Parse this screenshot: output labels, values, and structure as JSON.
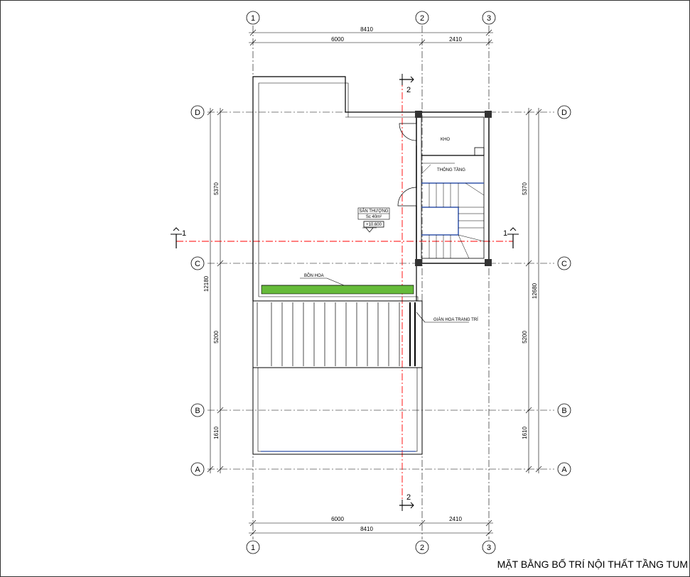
{
  "axes": {
    "numbers": [
      "1",
      "2",
      "3"
    ],
    "letters": [
      "A",
      "B",
      "C",
      "D"
    ]
  },
  "dimensions": {
    "top_total": "8410",
    "top_left": "6000",
    "top_right": "2410",
    "bottom_total": "8410",
    "bottom_left": "6000",
    "bottom_right": "2410",
    "left_top": "5370",
    "left_middle": "5200",
    "left_bottom": "1610",
    "left_total": "12180",
    "right_top": "5370",
    "right_middle": "5200",
    "right_bottom": "1610",
    "right_total": "12680"
  },
  "labels": {
    "kho": "KHO",
    "thong_tang": "THÔNG TẦNG",
    "san_thuong": "SÂN THƯỢNG",
    "area": "Sc    40m²",
    "level": "+10.600",
    "bon_hoa": "BỒN HOA",
    "gian_hoa": "GIÀN HOA TRANG TRÍ"
  },
  "section_marks": {
    "sec1": "1",
    "sec2": "2"
  },
  "colors": {
    "section_line": "#ff0000",
    "planter": "#66bb3a",
    "stair_blue": "#3355aa"
  },
  "caption": "MẶT BẰNG BỐ TRÍ NỘI THẤT TẦNG TUM"
}
